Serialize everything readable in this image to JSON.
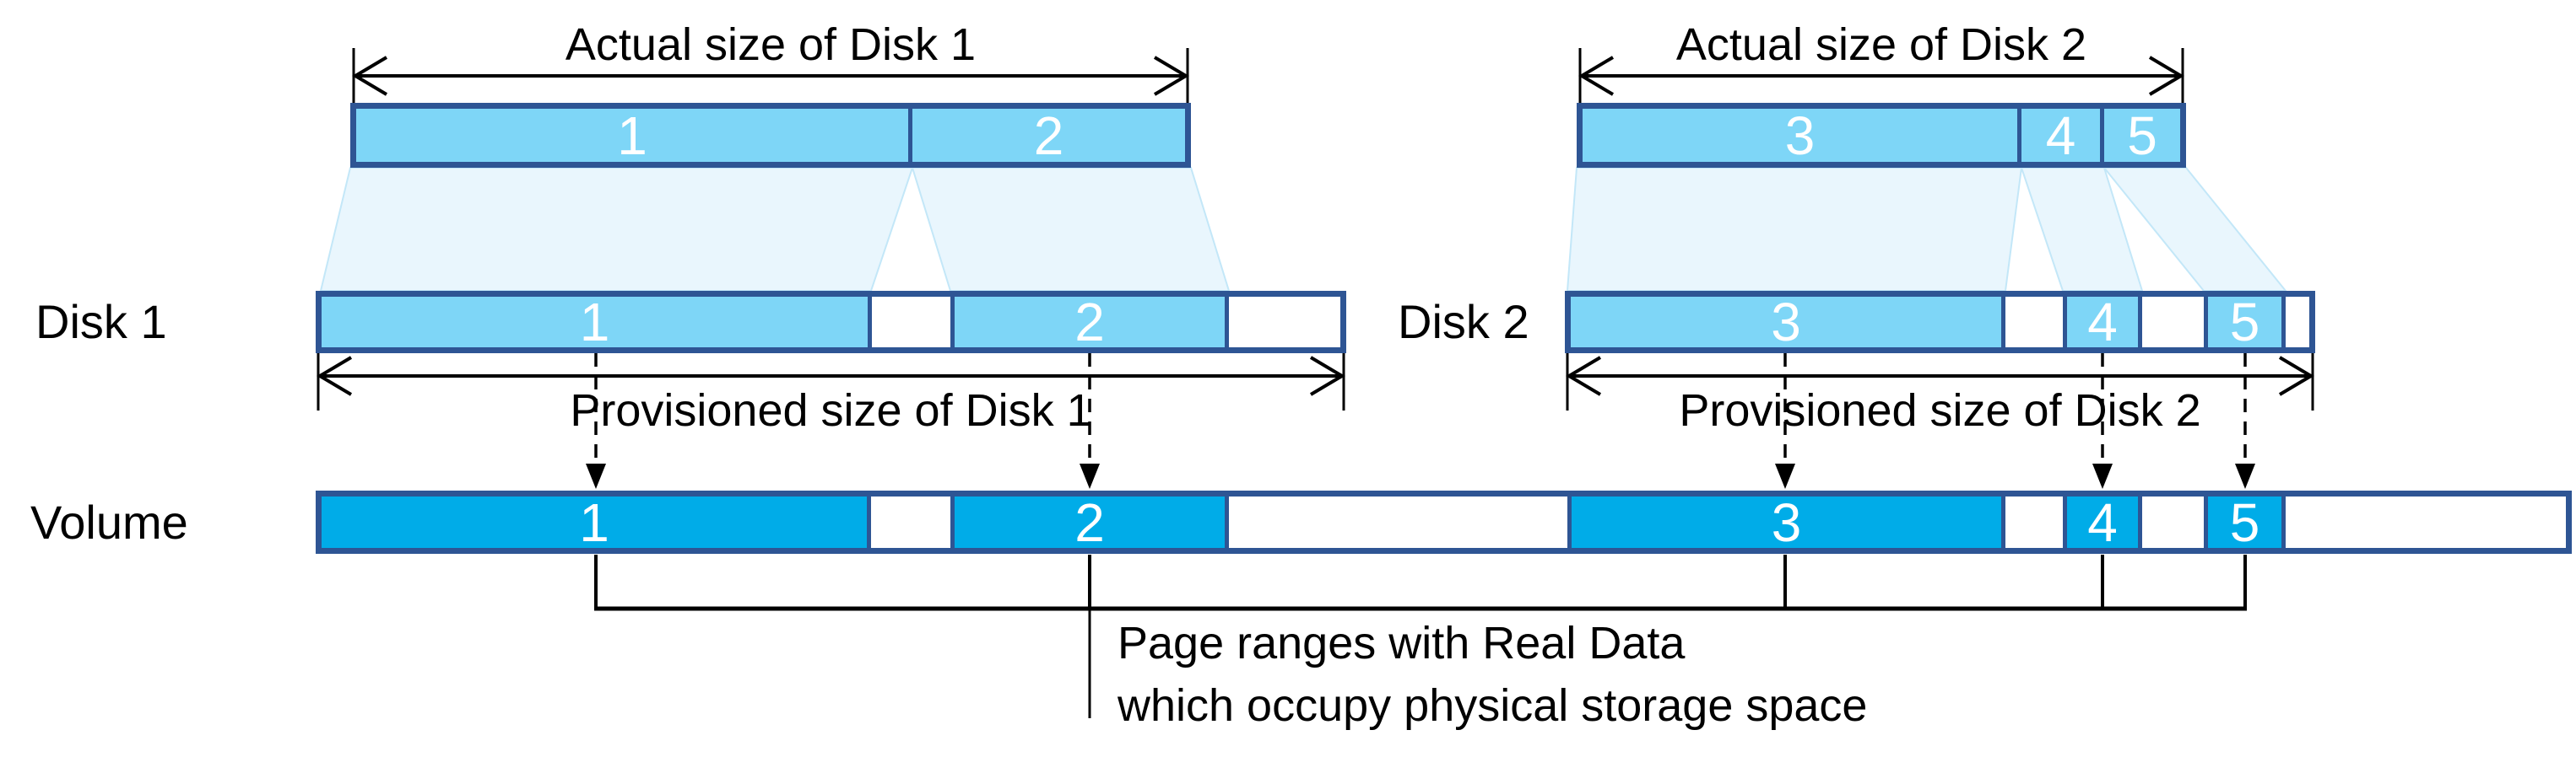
{
  "titles": {
    "actual_disk1": "Actual size of Disk 1",
    "actual_disk2": "Actual size of Disk 2",
    "provisioned_disk1": "Provisioned size of Disk 1",
    "provisioned_disk2": "Provisioned size of Disk 2"
  },
  "row_labels": {
    "disk1": "Disk 1",
    "disk2": "Disk 2",
    "volume": "Volume"
  },
  "bars": {
    "disk1_actual": {
      "pages": [
        "1",
        "2"
      ]
    },
    "disk2_actual": {
      "pages": [
        "3",
        "4",
        "5"
      ]
    },
    "disk1_provisioned": {
      "pages": [
        "1",
        "2"
      ]
    },
    "disk2_provisioned": {
      "pages": [
        "3",
        "4",
        "5"
      ]
    },
    "volume": {
      "pages": [
        "1",
        "2",
        "3",
        "4",
        "5"
      ]
    }
  },
  "note": {
    "line1": "Page ranges with Real Data",
    "line2": "which occupy physical storage space"
  },
  "colors": {
    "border_navy": "#2E5594",
    "page_light_blue": "#7ED6F7",
    "volume_blue": "#00ACE8",
    "mapping_shade_fill": "#E9F6FD",
    "mapping_shade_edge": "#C3E7F8",
    "line_black": "#000000",
    "digit_white": "#FFFFFF"
  }
}
